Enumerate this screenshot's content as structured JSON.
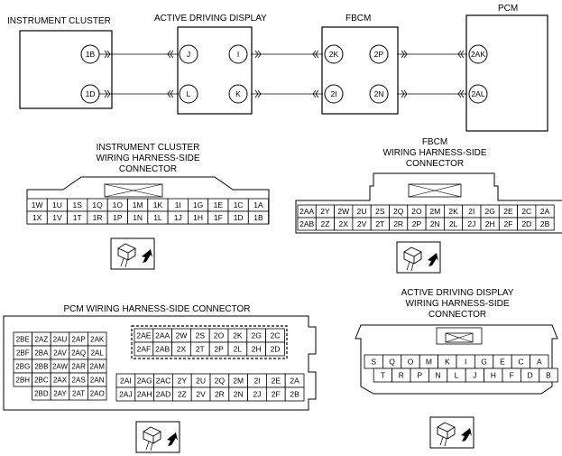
{
  "schematic": {
    "modules": [
      {
        "id": "ic",
        "label": "INSTRUMENT CLUSTER"
      },
      {
        "id": "add",
        "label": "ACTIVE DRIVING DISPLAY"
      },
      {
        "id": "fbcm",
        "label": "FBCM"
      },
      {
        "id": "pcm",
        "label": "PCM"
      }
    ],
    "terminals": {
      "ic_1b": "1B",
      "ic_1d": "1D",
      "add_j": "J",
      "add_l": "L",
      "add_i": "I",
      "add_k": "K",
      "fbcm_2k": "2K",
      "fbcm_2i": "2I",
      "fbcm_2p": "2P",
      "fbcm_2n": "2N",
      "pcm_2ak": "2AK",
      "pcm_2al": "2AL"
    }
  },
  "connectors": {
    "ic": {
      "title": [
        "INSTRUMENT CLUSTER",
        "WIRING HARNESS-SIDE",
        "CONNECTOR"
      ],
      "rows": [
        [
          "1W",
          "1U",
          "1S",
          "1Q",
          "1O",
          "1M",
          "1K",
          "1I",
          "1G",
          "1E",
          "1C",
          "1A"
        ],
        [
          "1X",
          "1V",
          "1T",
          "1R",
          "1P",
          "1N",
          "1L",
          "1J",
          "1H",
          "1F",
          "1D",
          "1B"
        ]
      ]
    },
    "fbcm": {
      "title": [
        "FBCM",
        "WIRING HARNESS-SIDE",
        "CONNECTOR"
      ],
      "rows": [
        [
          "2AA",
          "2Y",
          "2W",
          "2U",
          "2S",
          "2Q",
          "2O",
          "2M",
          "2K",
          "2I",
          "2G",
          "2E",
          "2C",
          "2A"
        ],
        [
          "2AB",
          "2Z",
          "2X",
          "2V",
          "2T",
          "2R",
          "2P",
          "2N",
          "2L",
          "2J",
          "2H",
          "2F",
          "2D",
          "2B"
        ]
      ]
    },
    "pcm": {
      "title": [
        "PCM WIRING HARNESS-SIDE CONNECTOR"
      ],
      "left_rows": [
        [
          "2BE",
          "2AZ",
          "2AU",
          "2AP",
          "2AK"
        ],
        [
          "2BF",
          "2BA",
          "2AV",
          "2AQ",
          "2AL"
        ],
        [
          "2BG",
          "2BB",
          "2AW",
          "2AR",
          "2AM"
        ],
        [
          "2BH",
          "2BC",
          "2AX",
          "2AS",
          "2AN"
        ],
        [
          "",
          "2BD",
          "2AY",
          "2AT",
          "2AO"
        ]
      ],
      "upper_rows": [
        [
          "2AE",
          "2AA",
          "2W",
          "2S",
          "2O",
          "2K",
          "2G",
          "2C"
        ],
        [
          "2AF",
          "2AB",
          "2X",
          "2T",
          "2P",
          "2L",
          "2H",
          "2D"
        ]
      ],
      "lower_rows": [
        [
          "2AI",
          "2AG",
          "2AC",
          "2Y",
          "2U",
          "2Q",
          "2M",
          "2I",
          "2E",
          "2A"
        ],
        [
          "2AJ",
          "2AH",
          "2AD",
          "2Z",
          "2V",
          "2R",
          "2N",
          "2J",
          "2F",
          "2B"
        ]
      ]
    },
    "add": {
      "title": [
        "ACTIVE DRIVING DISPLAY",
        "WIRING HARNESS-SIDE",
        "CONNECTOR"
      ],
      "rows": [
        [
          "S",
          "Q",
          "O",
          "M",
          "K",
          "I",
          "G",
          "E",
          "C",
          "A"
        ],
        [
          "T",
          "R",
          "P",
          "N",
          "L",
          "J",
          "H",
          "F",
          "D",
          "B"
        ]
      ]
    }
  }
}
